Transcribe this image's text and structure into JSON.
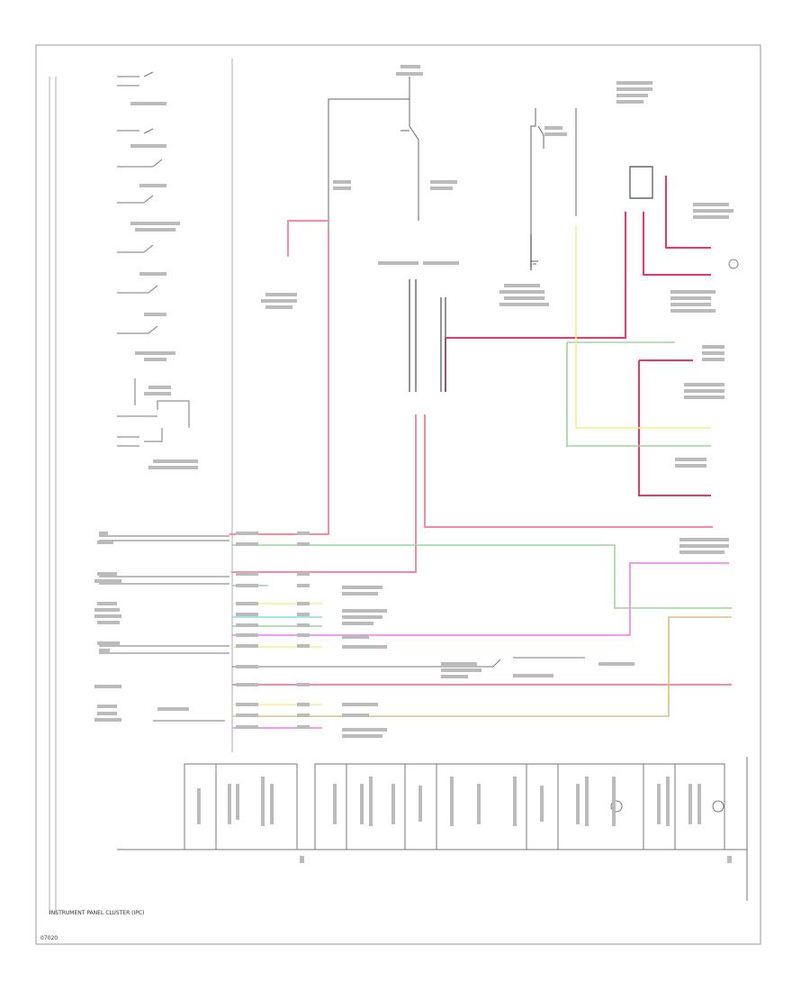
{
  "footer": {
    "panel_title": "INSTRUMENT PANEL CLUSTER (IPC)",
    "code": "07020"
  },
  "colors": {
    "frame": "#999999",
    "wire_dark": "#666666",
    "wire_pink": "#f48aa4",
    "wire_red": "#e8386a",
    "wire_green": "#9ad79a",
    "wire_yellow": "#f4f08a",
    "wire_magenta": "#f28cf0",
    "wire_tan": "#d8c088",
    "wire_cyan": "#8fd8e8"
  },
  "icons": [
    "switch-symbol",
    "ground-symbol",
    "resistor-symbol",
    "connector-symbol"
  ]
}
